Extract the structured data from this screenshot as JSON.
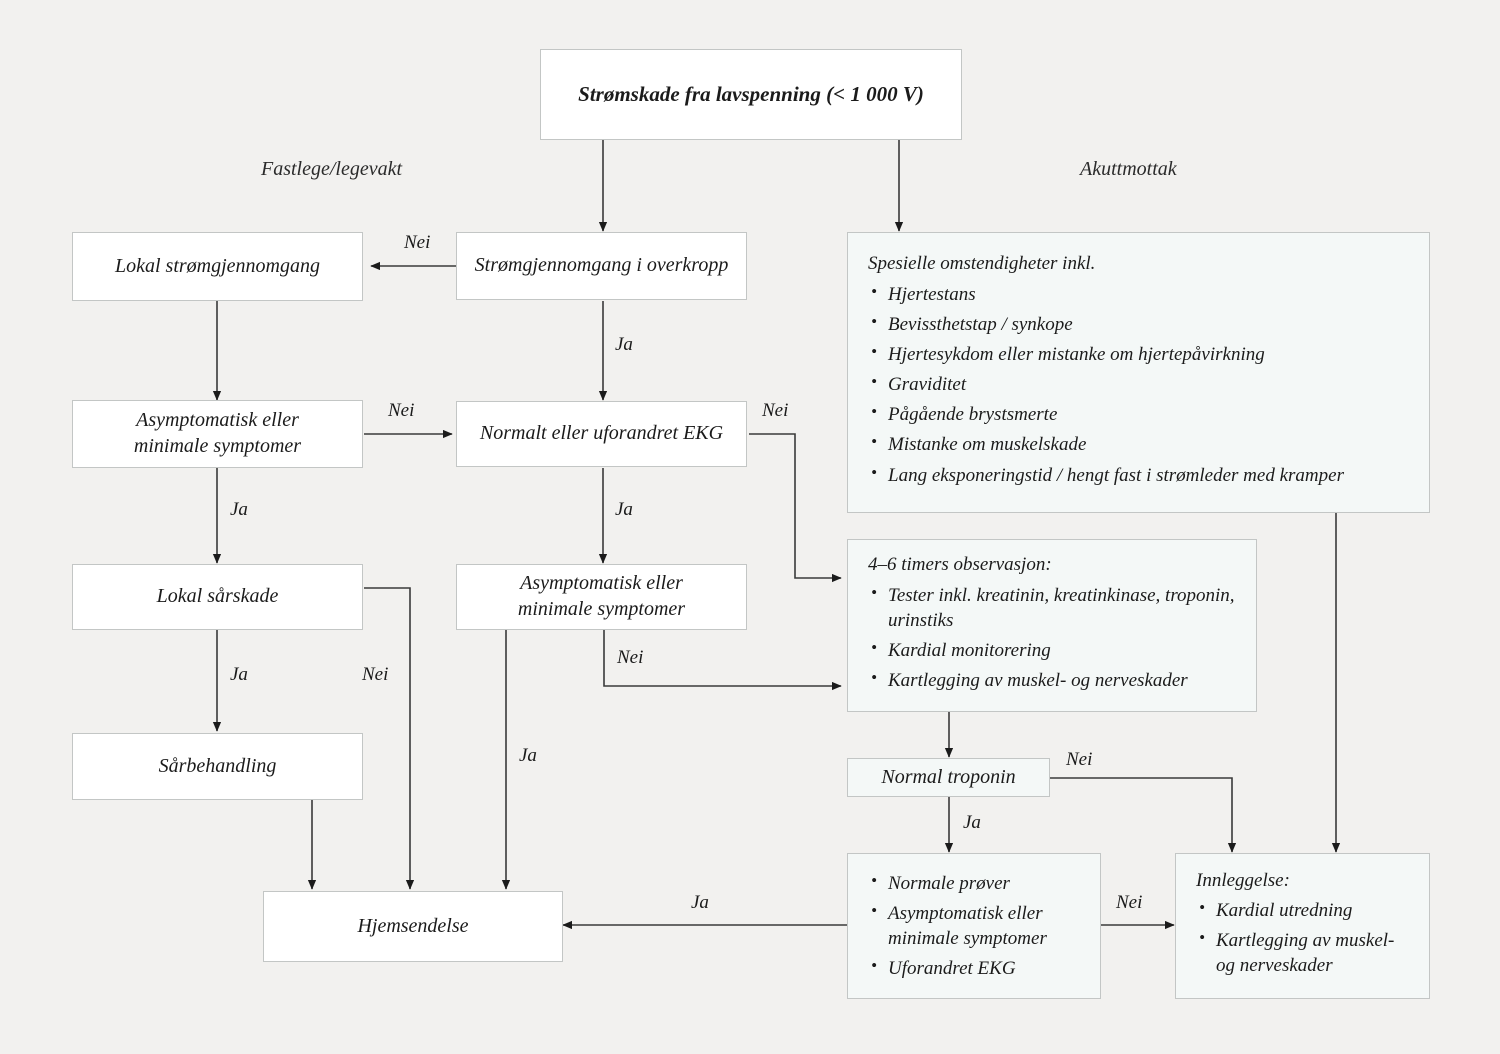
{
  "diagram": {
    "title_node": "Strømskade fra lavspenning (< 1 000 V)",
    "swimlanes": [
      {
        "label": "Fastlege/legevakt"
      },
      {
        "label": "Akuttmottak"
      }
    ],
    "nodes": {
      "lokal_stromgjennomgang": "Lokal strømgjennomgang",
      "stromgjennomgang_overkropp": "Strømgjennomgang i overkropp",
      "asymptomatisk_venstre": "Asymptomatisk eller\nminimale symptomer",
      "normalt_ekg": "Normalt eller uforandret EKG",
      "lokal_sarskade": "Lokal sårskade",
      "asymptomatisk_midt": "Asymptomatisk eller\nminimale symptomer",
      "sarbehandling": "Sårbehandling",
      "hjemsendelse": "Hjemsendelse",
      "normal_troponin": "Normal troponin"
    },
    "spesielle": {
      "head": "Spesielle omstendigheter inkl.",
      "items": [
        "Hjertestans",
        "Bevissthetstap / synkope",
        "Hjertesykdom eller mistanke om hjertepåvirkning",
        "Graviditet",
        "Pågående brystsmerte",
        "Mistanke om muskelskade",
        "Lang eksponeringstid / hengt fast i strømleder med kramper"
      ]
    },
    "observasjon": {
      "head": "4–6 timers observasjon:",
      "items": [
        "Tester inkl. kreatinin, kreatinkinase, troponin, urinstiks",
        "Kardial monitorering",
        "Kartlegging av muskel- og nerveskader"
      ]
    },
    "normale_prover": {
      "head": "",
      "items": [
        "Normale prøver",
        "Asymptomatisk eller minimale symptomer",
        "Uforandret EKG"
      ]
    },
    "innleggelse": {
      "head": "Innleggelse:",
      "items": [
        "Kardial utredning",
        "Kartlegging av muskel- og nerveskader"
      ]
    },
    "edge_labels": {
      "nei_overkropp_til_lokal": "Nei",
      "ja_overkropp_til_ekg": "Ja",
      "nei_asym_venstre_til_ekg": "Nei",
      "ja_asym_venstre_til_sarskade": "Ja",
      "nei_ekg_til_observasjon": "Nei",
      "ja_ekg_til_asym_midt": "Ja",
      "ja_sarskade_til_sarbehandling": "Ja",
      "nei_sarskade_til_hjemsendelse": "Nei",
      "nei_asym_midt_til_observasjon": "Nei",
      "ja_asym_midt_til_hjemsendelse": "Ja",
      "nei_troponin_til_innleggelse": "Nei",
      "ja_troponin_til_prover": "Ja",
      "ja_prover_til_hjemsendelse": "Ja",
      "nei_prover_til_innleggelse": "Nei"
    },
    "colors": {
      "page_background": "#f2f1ef",
      "box_white": "#ffffff",
      "box_tint": "#f4f8f7",
      "box_border": "#c3c6c5",
      "edge_stroke": "#3a3a3a",
      "text": "#1b1b1b"
    }
  }
}
